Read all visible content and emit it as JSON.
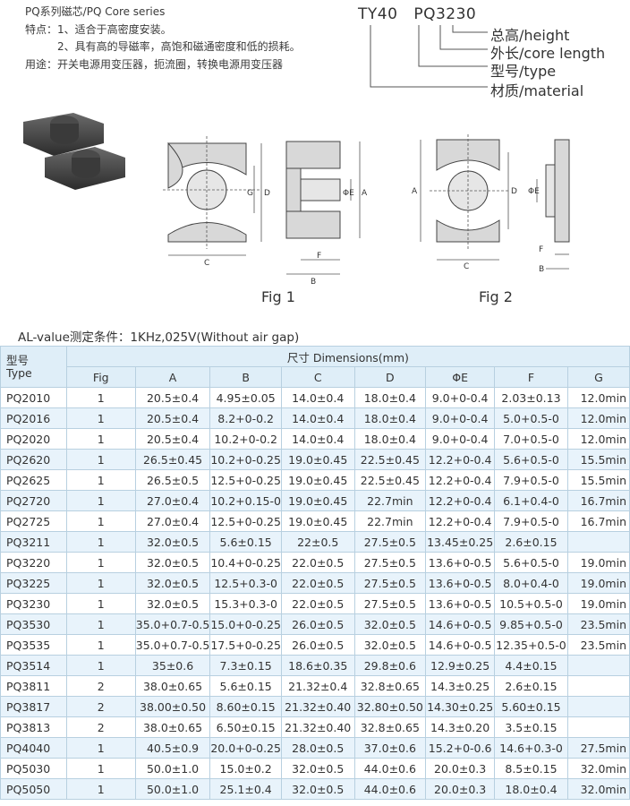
{
  "intro": {
    "title": "PQ系列磁芯/PQ Core series",
    "feature1": "特点：1、适合于高密度安装。",
    "feature2": "2、具有高的导磁率，高饱和磁通密度和低的损耗。",
    "usage": "用途：开关电源用变压器，扼流圈，转换电源用变压器"
  },
  "code_legend": {
    "material_code": "TY40",
    "type_code": "PQ3230",
    "height_label": "总高/height",
    "length_label": "外长/core length",
    "type_label": "型号/type",
    "material_label": "材质/material"
  },
  "figures": {
    "fig1_label": "Fig 1",
    "fig2_label": "Fig 2",
    "dim_letters": {
      "a": "A",
      "b": "B",
      "c": "C",
      "d": "D",
      "e": "ΦE",
      "f": "F",
      "g": "G"
    }
  },
  "al_note": "AL-value测定条件：1KHz,025V(Without air gap)",
  "table": {
    "type_header_cn": "型号",
    "type_header_en": "Type",
    "dimensions_header": "尺寸 Dimensions(mm)",
    "columns": [
      "Fig",
      "A",
      "B",
      "C",
      "D",
      "ΦE",
      "F",
      "G"
    ],
    "rows": [
      [
        "PQ2010",
        "1",
        "20.5±0.4",
        "4.95±0.05",
        "14.0±0.4",
        "18.0±0.4",
        "9.0+0-0.4",
        "2.03±0.13",
        "12.0min"
      ],
      [
        "PQ2016",
        "1",
        "20.5±0.4",
        "8.2+0-0.2",
        "14.0±0.4",
        "18.0±0.4",
        "9.0+0-0.4",
        "5.0+0.5-0",
        "12.0min"
      ],
      [
        "PQ2020",
        "1",
        "20.5±0.4",
        "10.2+0-0.2",
        "14.0±0.4",
        "18.0±0.4",
        "9.0+0-0.4",
        "7.0+0.5-0",
        "12.0min"
      ],
      [
        "PQ2620",
        "1",
        "26.5±0.45",
        "10.2+0-0.25",
        "19.0±0.45",
        "22.5±0.45",
        "12.2+0-0.4",
        "5.6+0.5-0",
        "15.5min"
      ],
      [
        "PQ2625",
        "1",
        "26.5±0.5",
        "12.5+0-0.25",
        "19.0±0.45",
        "22.5±0.45",
        "12.2+0-0.4",
        "7.9+0.5-0",
        "15.5min"
      ],
      [
        "PQ2720",
        "1",
        "27.0±0.4",
        "10.2+0.15-0",
        "19.0±0.45",
        "22.7min",
        "12.2+0-0.4",
        "6.1+0.4-0",
        "16.7min"
      ],
      [
        "PQ2725",
        "1",
        "27.0±0.4",
        "12.5+0-0.25",
        "19.0±0.45",
        "22.7min",
        "12.2+0-0.4",
        "7.9+0.5-0",
        "16.7min"
      ],
      [
        "PQ3211",
        "1",
        "32.0±0.5",
        "5.6±0.15",
        "22±0.5",
        "27.5±0.5",
        "13.45±0.25",
        "2.6±0.15",
        ""
      ],
      [
        "PQ3220",
        "1",
        "32.0±0.5",
        "10.4+0-0.25",
        "22.0±0.5",
        "27.5±0.5",
        "13.6+0-0.5",
        "5.6+0.5-0",
        "19.0min"
      ],
      [
        "PQ3225",
        "1",
        "32.0±0.5",
        "12.5+0.3-0",
        "22.0±0.5",
        "27.5±0.5",
        "13.6+0-0.5",
        "8.0+0.4-0",
        "19.0min"
      ],
      [
        "PQ3230",
        "1",
        "32.0±0.5",
        "15.3+0.3-0",
        "22.0±0.5",
        "27.5±0.5",
        "13.6+0-0.5",
        "10.5+0.5-0",
        "19.0min"
      ],
      [
        "PQ3530",
        "1",
        "35.0+0.7-0.5",
        "15.0+0-0.25",
        "26.0±0.5",
        "32.0±0.5",
        "14.6+0-0.5",
        "9.85+0.5-0",
        "23.5min"
      ],
      [
        "PQ3535",
        "1",
        "35.0+0.7-0.5",
        "17.5+0-0.25",
        "26.0±0.5",
        "32.0±0.5",
        "14.6+0-0.5",
        "12.35+0.5-0",
        "23.5min"
      ],
      [
        "PQ3514",
        "1",
        "35±0.6",
        "7.3±0.15",
        "18.6±0.35",
        "29.8±0.6",
        "12.9±0.25",
        "4.4±0.15",
        ""
      ],
      [
        "PQ3811",
        "2",
        "38.0±0.65",
        "5.6±0.15",
        "21.32±0.4",
        "32.8±0.65",
        "14.3±0.25",
        "2.6±0.15",
        ""
      ],
      [
        "PQ3817",
        "2",
        "38.00±0.50",
        "8.60±0.15",
        "21.32±0.40",
        "32.80±0.50",
        "14.30±0.25",
        "5.60±0.15",
        ""
      ],
      [
        "PQ3813",
        "2",
        "38.0±0.65",
        "6.50±0.15",
        "21.32±0.40",
        "32.8±0.65",
        "14.3±0.20",
        "3.5±0.15",
        ""
      ],
      [
        "PQ4040",
        "1",
        "40.5±0.9",
        "20.0+0-0.25",
        "28.0±0.5",
        "37.0±0.6",
        "15.2+0-0.6",
        "14.6+0.3-0",
        "27.5min"
      ],
      [
        "PQ5030",
        "1",
        "50.0±1.0",
        "15.0±0.2",
        "32.0±0.5",
        "44.0±0.6",
        "20.0±0.3",
        "8.5±0.15",
        "32.0min"
      ],
      [
        "PQ5050",
        "1",
        "50.0±1.0",
        "25.1±0.4",
        "32.0±0.5",
        "44.0±0.6",
        "20.0±0.3",
        "18.0±0.4",
        "32.0min"
      ]
    ]
  }
}
